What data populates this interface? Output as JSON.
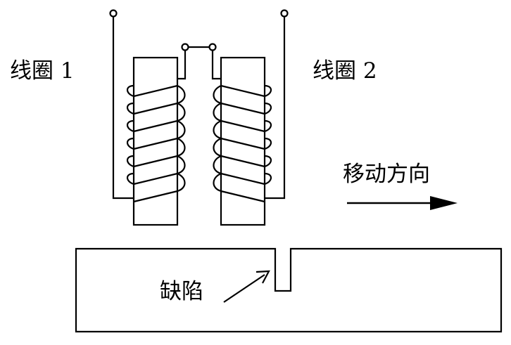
{
  "labels": {
    "coil1": "线圈 1",
    "coil2": "线圈 2",
    "direction": "移动方向",
    "defect": "缺陷"
  },
  "colors": {
    "line": "#000000",
    "background": "#ffffff"
  }
}
